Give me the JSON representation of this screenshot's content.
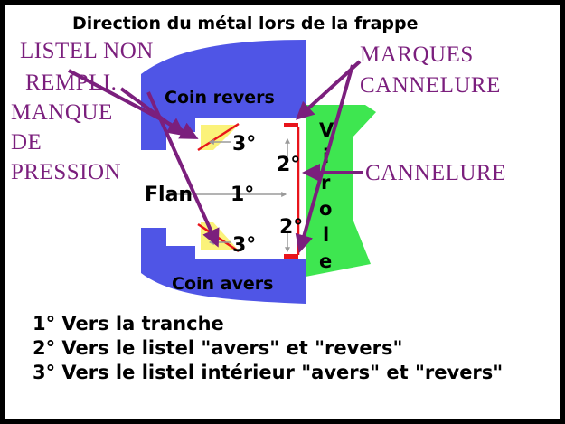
{
  "title": "Direction du métal lors de la frappe",
  "annotations": {
    "listel_non_rempli": [
      "LISTEL NON",
      "REMPLI."
    ],
    "manque_de_pression": [
      "MANQUE",
      "DE",
      "PRESSION"
    ],
    "marques_cannelure": [
      "MARQUES",
      "CANNELURE"
    ],
    "cannelure": "CANNELURE"
  },
  "labels": {
    "coin_revers": "Coin revers",
    "coin_avers": "Coin avers",
    "flan": "Flan",
    "virole_letters": [
      "V",
      "i",
      "r",
      "o",
      "l",
      "e"
    ],
    "deg1": "1°",
    "deg2_top": "2°",
    "deg2_bottom": "2°",
    "deg3_top": "3°",
    "deg3_bottom": "3°"
  },
  "legend": [
    "1° Vers la tranche",
    "2° Vers le listel \"avers\" et \"revers\"",
    "3° Vers le listel intérieur \"avers\" et \"revers\""
  ],
  "colors": {
    "die": "#4f55e6",
    "collar": "#3ee650",
    "flan": "#ffffff",
    "rim_fill": "#fbf27a",
    "red": "#e8141b",
    "purple": "#7b1f7d",
    "arrow_gray": "#9a9a9a"
  }
}
